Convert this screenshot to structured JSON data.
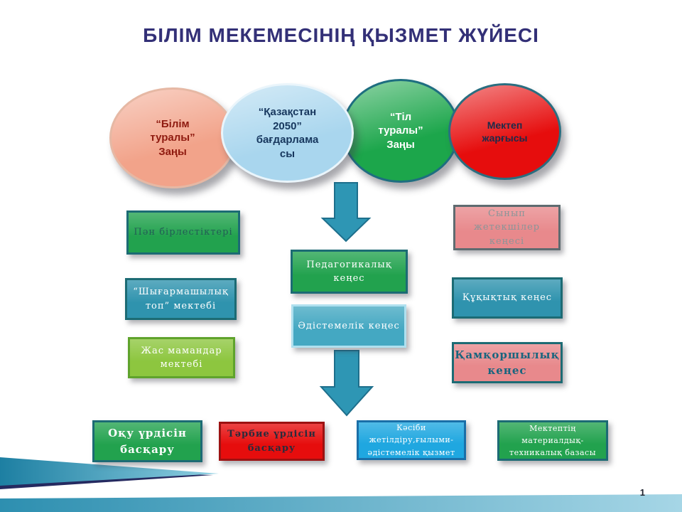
{
  "slide": {
    "title": "БІЛІМ МЕКЕМЕСІНІҢ ҚЫЗМЕТ ЖҮЙЕСІ",
    "title_color": "#333077",
    "page_number": "1",
    "background": "#FFFFFF"
  },
  "sources": [
    {
      "label": "“Білім\nтуралы”\nЗаңы",
      "fill": "#F2A38A",
      "border": "#E6B8A4",
      "text_color": "#8F1B10"
    },
    {
      "label": "“Қазақстан\n2050”\nбағдарлама\nсы",
      "fill": "#A9D6EE",
      "border": "#EAF5FB",
      "text_color": "#17375E"
    },
    {
      "label": "“Тіл\nтуралы”\nЗаңы",
      "fill": "#1CA64B",
      "border": "#1E6E80",
      "text_color": "#FFFFFF"
    },
    {
      "label": "Мектеп\nжарғысы",
      "fill": "#E60D0D",
      "border": "#2A6E80",
      "text_color": "#1C2B4A"
    }
  ],
  "left_column": [
    {
      "label": "Пән бірлестіктері",
      "fill": "#22A24E",
      "border": "#1C6B74",
      "text_color": "#225D55"
    },
    {
      "label": "“Шығармашылық\nтоп” мектебі",
      "fill": "#2F93AE",
      "border": "#1C6B74",
      "text_color": "#FFFFFF"
    },
    {
      "label": "Жас мамандар\nмектебі",
      "fill": "#8DC63F",
      "border": "#5FA32C",
      "text_color": "#FFFFFF"
    }
  ],
  "center_column": [
    {
      "label": "Педагогикалық\nкеңес",
      "fill": "#22A24E",
      "border": "#1C6B74",
      "text_color": "#FFFFFF"
    },
    {
      "label": "Әдістемелік кеңес",
      "fill": "#44A8C2",
      "border": "#AFE0EF",
      "text_color": "#FFFFFF"
    }
  ],
  "right_column": [
    {
      "label": "Сынып\nжетекшілер кеңесі",
      "fill": "#E8898C",
      "border": "#5E6B70",
      "text_color": "#8A9598"
    },
    {
      "label": "Құқықтық кеңес",
      "fill": "#2F93AE",
      "border": "#1C6B74",
      "text_color": "#FFFFFF"
    },
    {
      "label": "Қамқоршылық\nкеңес",
      "fill": "#E8898C",
      "border": "#1C6B74",
      "text_color": "#19657E"
    }
  ],
  "bottom_row": [
    {
      "label": "Оқу үрдісін\nбасқару",
      "fill": "#22A24E",
      "border": "#1C6B74",
      "text_color": "#FFFFFF"
    },
    {
      "label": "Тәрбие үрдісін\nбасқару",
      "fill": "#E60D0D",
      "border": "#9C1212",
      "text_color": "#2B2B3B"
    },
    {
      "label": "Кәсіби\nжетілдіру,ғылыми-\nәдістемелік қызмет",
      "fill": "#1FA7E0",
      "border": "#1A6FA8",
      "text_color": "#FFFFFF"
    },
    {
      "label": "Мектептің\nматериалдық-\nтехникалық базасы",
      "fill": "#22A24E",
      "border": "#1C6B74",
      "text_color": "#FFFFFF"
    }
  ],
  "arrows": {
    "fill": "#2E96B4",
    "stroke": "#1E6F8C"
  },
  "decor": {
    "wedge_from": "#1D7FA2",
    "wedge_to": "#8FD0E2",
    "navy": "#252A60",
    "bar_from": "#2D8FB0",
    "bar_to": "#A6D6E6"
  }
}
